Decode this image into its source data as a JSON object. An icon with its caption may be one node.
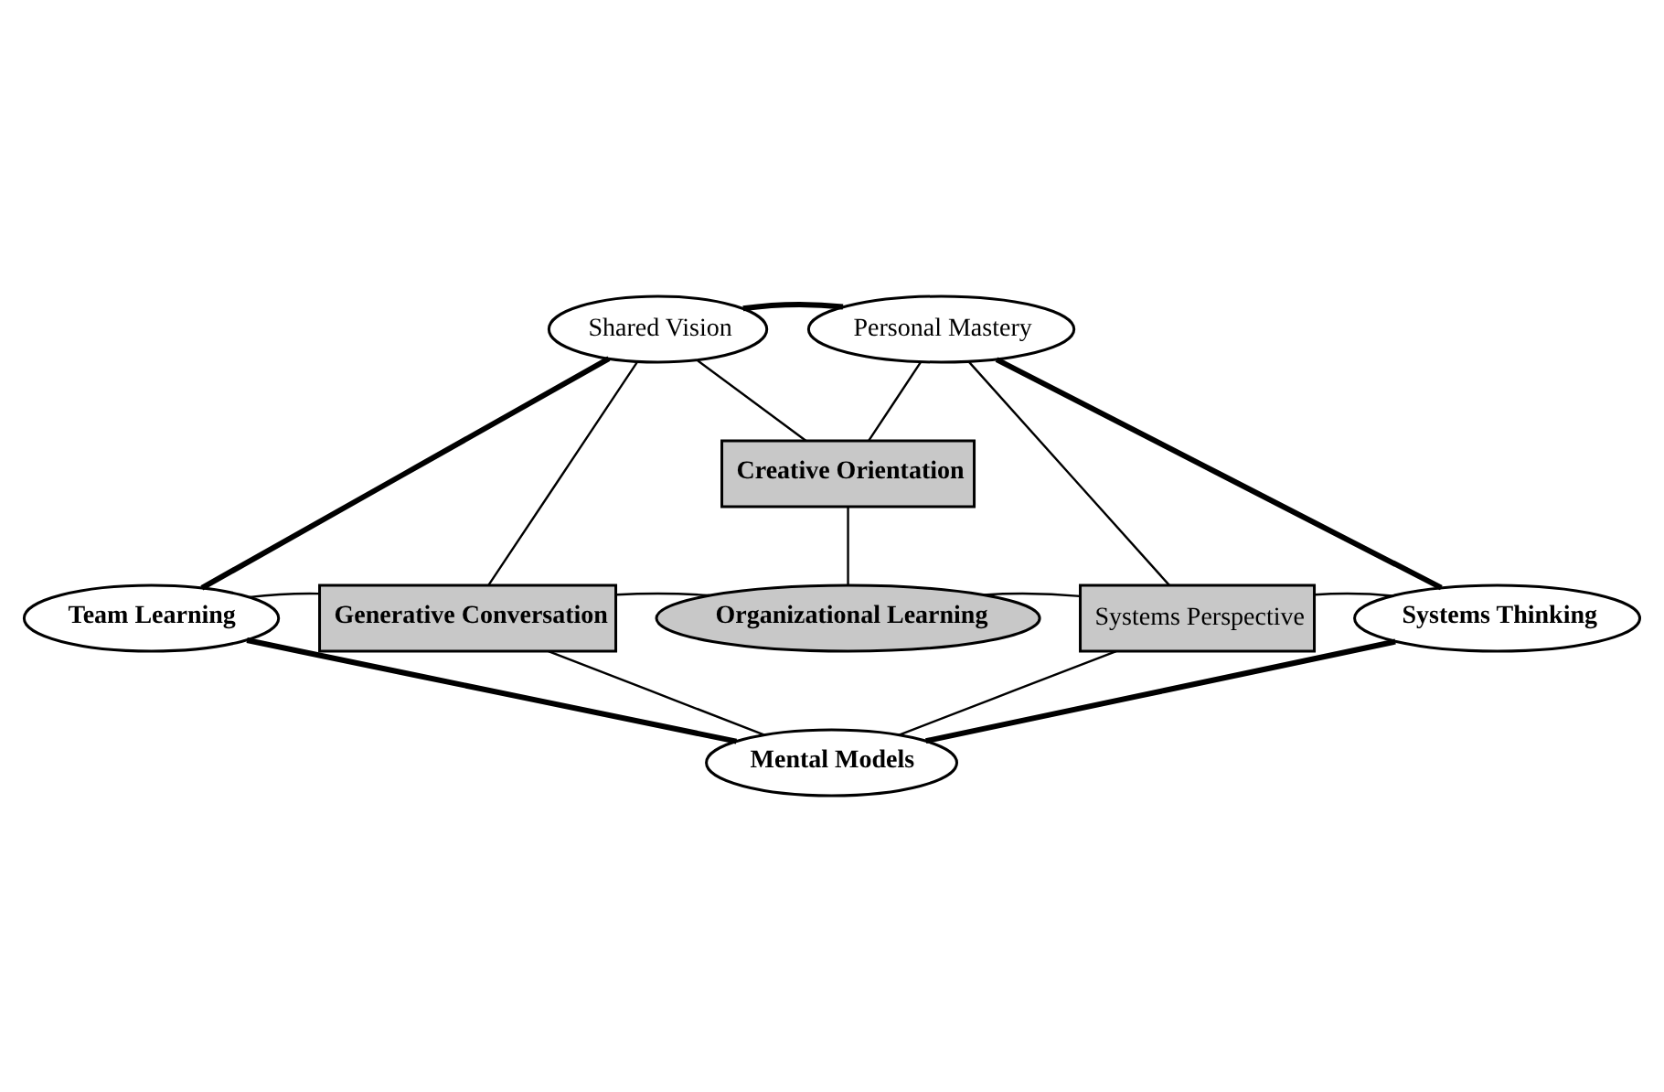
{
  "diagram": {
    "nodes": [
      {
        "text": [
          "Shared Vision"
        ]
      },
      {
        "text": [
          "Personal Mastery"
        ]
      },
      {
        "text": [
          "Creative Orientation"
        ]
      },
      {
        "text": [
          "Team Learning"
        ]
      },
      {
        "text": [
          "Generative Conversation"
        ]
      },
      {
        "text": [
          "Organizational Learning"
        ]
      },
      {
        "text": [
          "Systems Perspective"
        ]
      },
      {
        "text": [
          "Systems Thinking"
        ]
      },
      {
        "text": [
          "Mental Models"
        ]
      }
    ],
    "edges": [
      {
        "from": 0,
        "to": 1,
        "arrow": "none",
        "style": "thick"
      },
      {
        "from": 0,
        "to": 3,
        "arrow": "none",
        "style": "thick"
      },
      {
        "from": 1,
        "to": 7,
        "arrow": "none",
        "style": "thick"
      },
      {
        "from": 0,
        "to": 2,
        "arrow": "none"
      },
      {
        "from": 1,
        "to": 2,
        "arrow": "none"
      },
      {
        "from": 2,
        "to": 5,
        "arrow": "none"
      },
      {
        "from": 0,
        "to": 4,
        "arrow": "none"
      },
      {
        "from": 1,
        "to": 6,
        "arrow": "none"
      },
      {
        "from": 3,
        "to": 4,
        "arrow": "none"
      },
      {
        "from": 4,
        "to": 5,
        "arrow": "none"
      },
      {
        "from": 5,
        "to": 6,
        "arrow": "none"
      },
      {
        "from": 6,
        "to": 7,
        "arrow": "none"
      },
      {
        "from": 4,
        "to": 8,
        "arrow": "none"
      },
      {
        "from": 6,
        "to": 8,
        "arrow": "none"
      },
      {
        "from": 3,
        "to": 8,
        "arrow": "none",
        "style": "thick"
      },
      {
        "from": 7,
        "to": 8,
        "arrow": "none",
        "style": "thick"
      }
    ]
  }
}
